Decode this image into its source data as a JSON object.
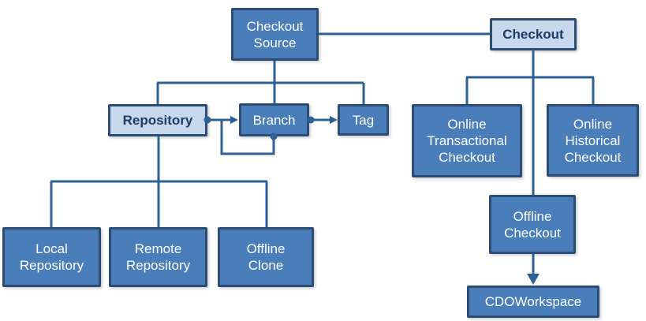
{
  "diagram": {
    "description": "Checkout Source hierarchy diagram",
    "colors": {
      "node_fill": "#4a7ebb",
      "node_border": "#2c4d71",
      "node_text": "#ffffff",
      "highlight_fill": "#c8d8ec",
      "highlight_border": "#2c4d71",
      "highlight_text": "#1c3c66",
      "connector": "#2e6095",
      "background": "#ffffff"
    },
    "nodes": {
      "checkout_source": {
        "label": "Checkout\nSource",
        "variant": "solid"
      },
      "checkout": {
        "label": "Checkout",
        "variant": "light"
      },
      "repository": {
        "label": "Repository",
        "variant": "light"
      },
      "branch": {
        "label": "Branch",
        "variant": "solid"
      },
      "tag": {
        "label": "Tag",
        "variant": "solid"
      },
      "online_transactional_checkout": {
        "label": "Online\nTransactional\nCheckout",
        "variant": "solid"
      },
      "online_historical_checkout": {
        "label": "Online\nHistorical\nCheckout",
        "variant": "solid"
      },
      "local_repository": {
        "label": "Local\nRepository",
        "variant": "solid"
      },
      "remote_repository": {
        "label": "Remote\nRepository",
        "variant": "solid"
      },
      "offline_clone": {
        "label": "Offline\nClone",
        "variant": "solid"
      },
      "offline_checkout": {
        "label": "Offline\nCheckout",
        "variant": "solid"
      },
      "cdo_workspace": {
        "label": "CDOWorkspace",
        "variant": "solid"
      }
    },
    "edges": [
      {
        "from": "checkout_source",
        "to": "checkout",
        "type": "plain-line"
      },
      {
        "from": "checkout_source",
        "to": "repository",
        "type": "tree-branch"
      },
      {
        "from": "checkout_source",
        "to": "branch",
        "type": "tree-branch"
      },
      {
        "from": "checkout_source",
        "to": "tag",
        "type": "tree-branch"
      },
      {
        "from": "repository",
        "to": "branch",
        "type": "ball-and-arrow"
      },
      {
        "from": "branch",
        "to": "branch",
        "type": "ball-and-arrow-self-loop"
      },
      {
        "from": "branch",
        "to": "tag",
        "type": "ball-and-arrow"
      },
      {
        "from": "repository",
        "to": "local_repository",
        "type": "tree-branch"
      },
      {
        "from": "repository",
        "to": "remote_repository",
        "type": "tree-branch"
      },
      {
        "from": "repository",
        "to": "offline_clone",
        "type": "tree-branch"
      },
      {
        "from": "checkout",
        "to": "online_transactional_checkout",
        "type": "tree-branch"
      },
      {
        "from": "checkout",
        "to": "online_historical_checkout",
        "type": "tree-branch"
      },
      {
        "from": "checkout",
        "to": "offline_checkout",
        "type": "tree-branch"
      },
      {
        "from": "offline_checkout",
        "to": "cdo_workspace",
        "type": "filled-arrow"
      }
    ]
  }
}
